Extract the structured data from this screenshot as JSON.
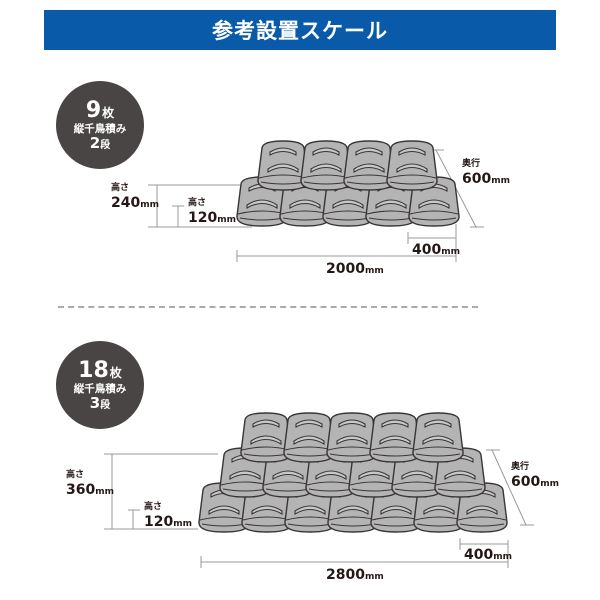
{
  "header": {
    "title": "参考設置スケール"
  },
  "sections": [
    {
      "badge": {
        "count": "9",
        "count_unit": "枚",
        "method": "縦千鳥積み",
        "tiers": "2",
        "tiers_unit": "段"
      },
      "height_total": {
        "caption": "高さ",
        "value": "240",
        "unit": "mm"
      },
      "height_unit": {
        "caption": "高さ",
        "value": "120",
        "unit": "mm"
      },
      "depth": {
        "caption": "奥行",
        "value": "600",
        "unit": "mm"
      },
      "bag_width": {
        "value": "400",
        "unit": "mm"
      },
      "total_width": {
        "value": "2000",
        "unit": "mm"
      },
      "rows": [
        4,
        5
      ]
    },
    {
      "badge": {
        "count": "18",
        "count_unit": "枚",
        "method": "縦千鳥積み",
        "tiers": "3",
        "tiers_unit": "段"
      },
      "height_total": {
        "caption": "高さ",
        "value": "360",
        "unit": "mm"
      },
      "height_unit": {
        "caption": "高さ",
        "value": "120",
        "unit": "mm"
      },
      "depth": {
        "caption": "奥行",
        "value": "600",
        "unit": "mm"
      },
      "bag_width": {
        "value": "400",
        "unit": "mm"
      },
      "total_width": {
        "value": "2800",
        "unit": "mm"
      },
      "rows": [
        5,
        6,
        7
      ]
    }
  ],
  "colors": {
    "header": "#0a5aaa",
    "badge": "#4a4545",
    "bag_fill": "#b4b4b4",
    "bag_stroke": "#3a3536",
    "dim_line": "#9a9a9a"
  }
}
